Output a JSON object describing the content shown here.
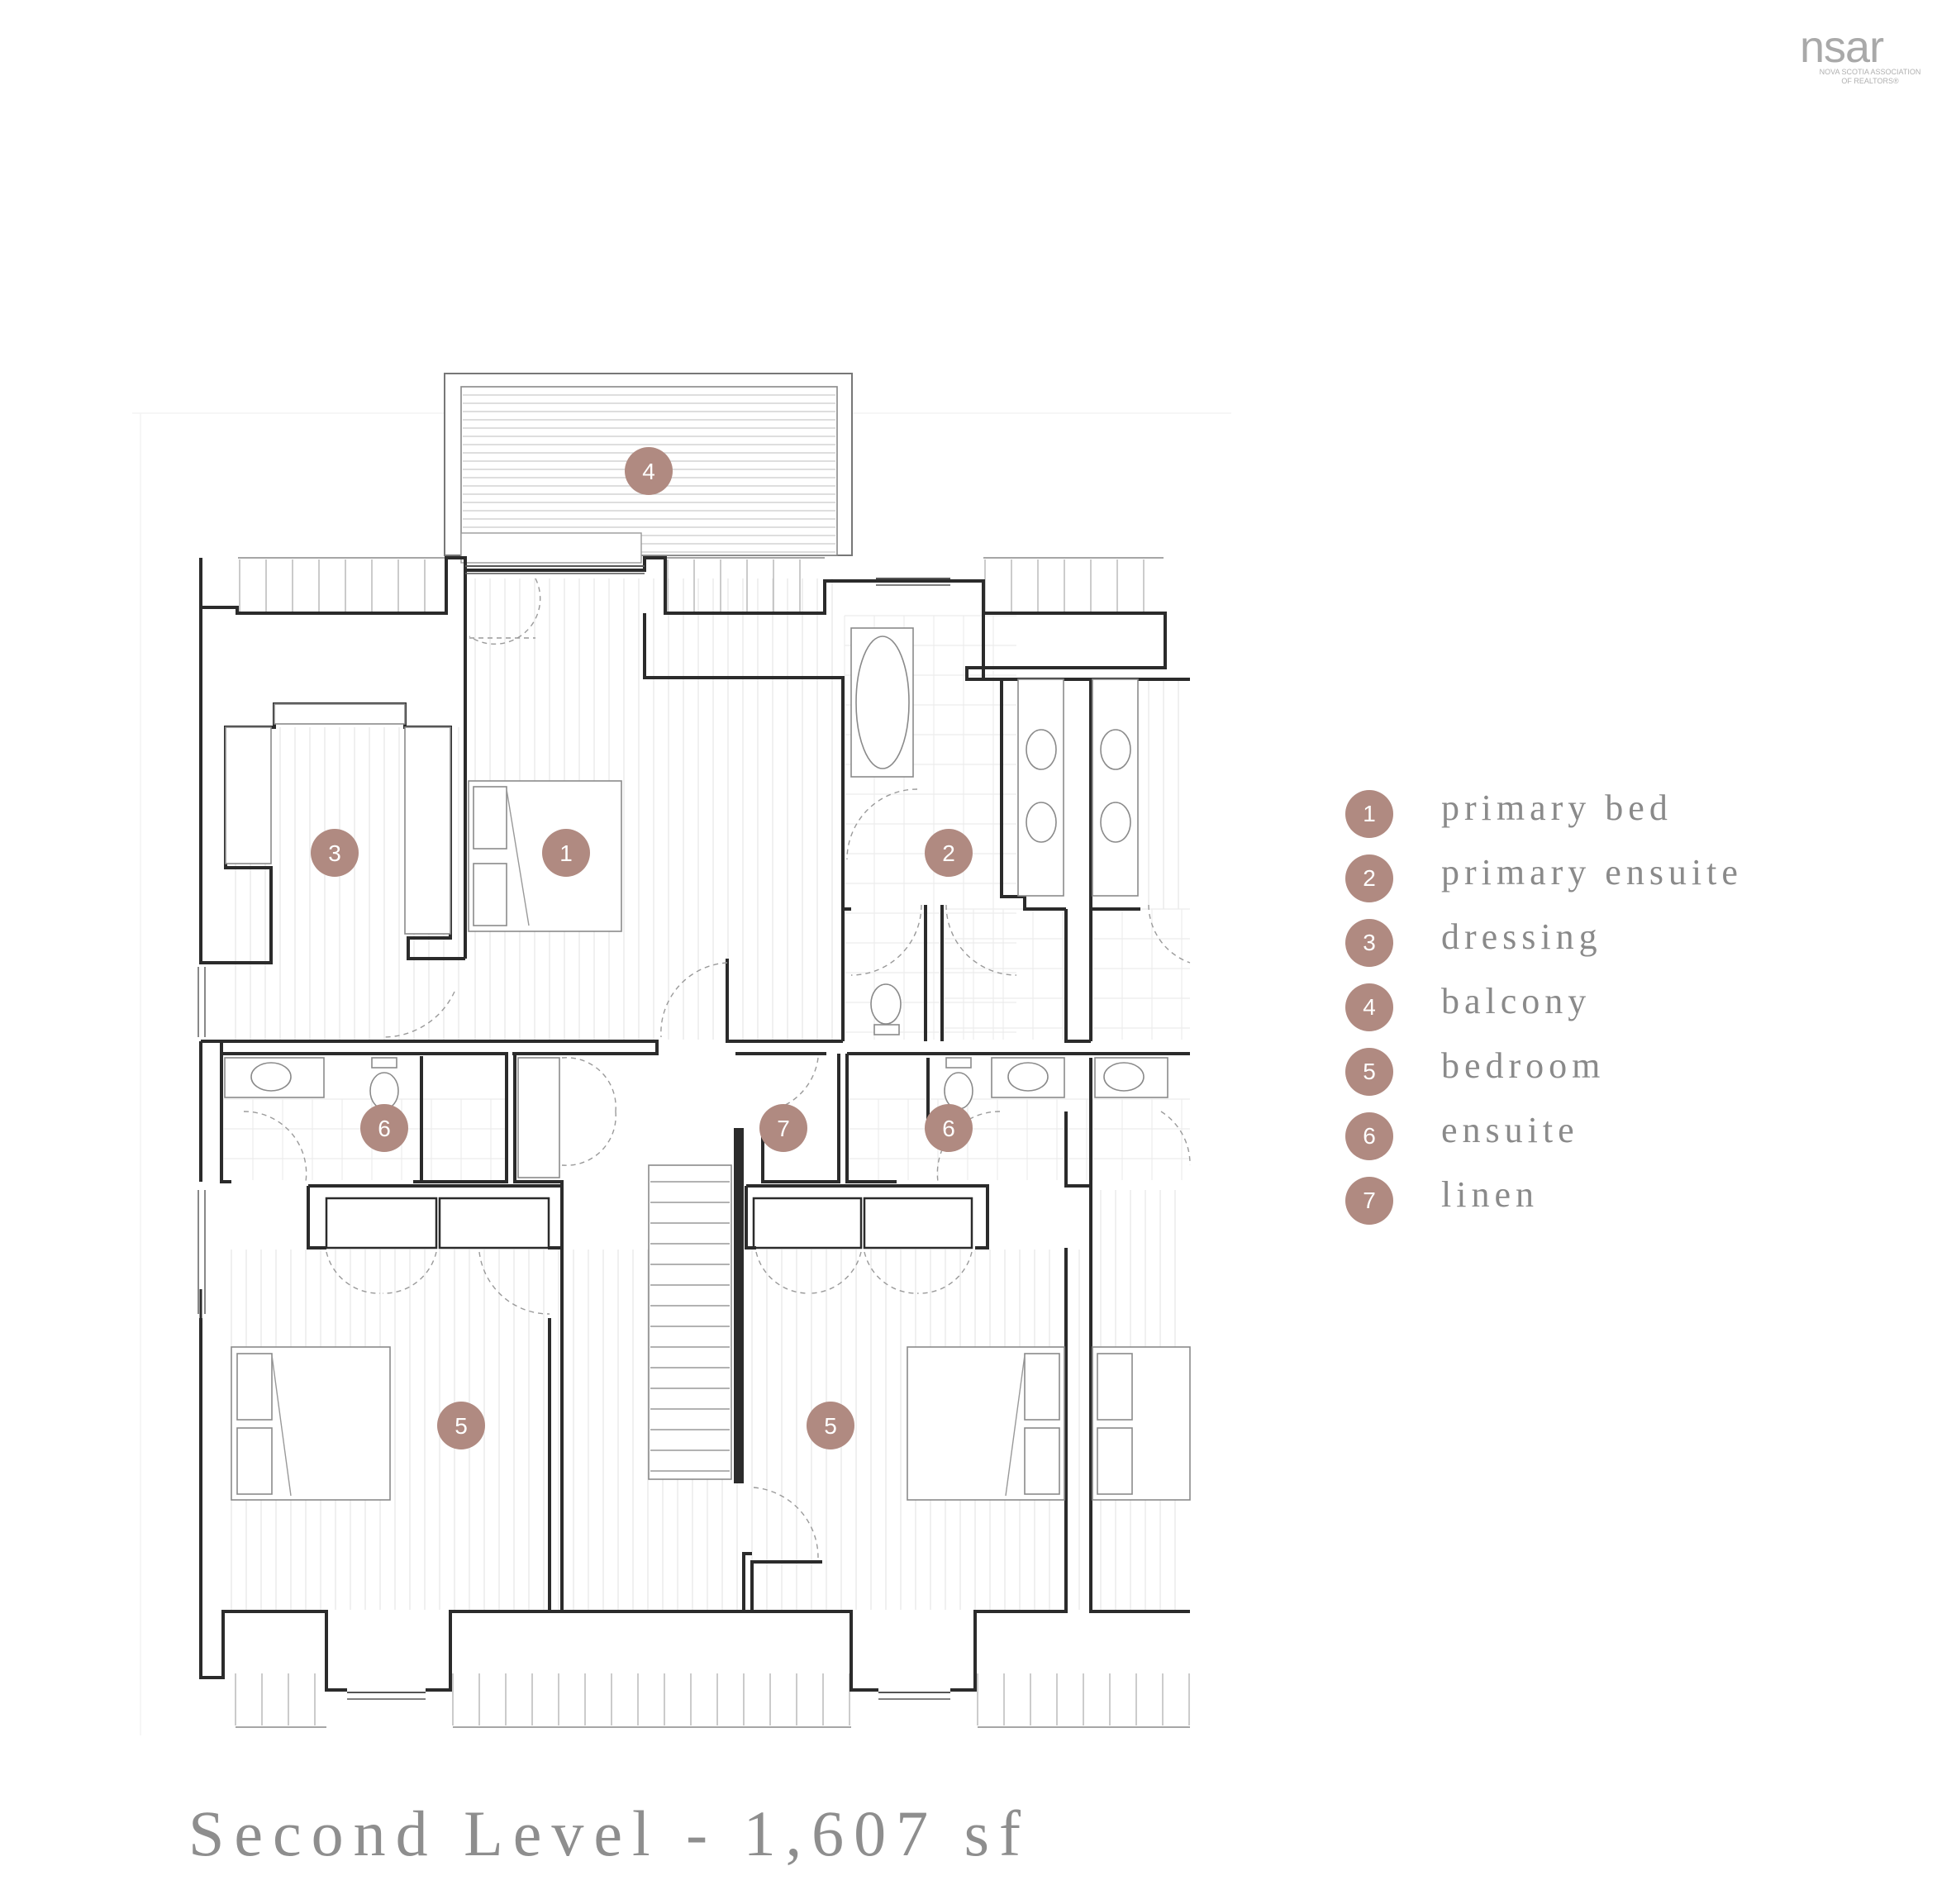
{
  "logo": {
    "brand": "nsar",
    "line1": "NOVA SCOTIA ASSOCIATION",
    "line2": "OF REALTORS®"
  },
  "title": "Second Level - 1,607 sf",
  "legend": [
    {
      "num": "1",
      "label": "primary bed"
    },
    {
      "num": "2",
      "label": "primary ensuite"
    },
    {
      "num": "3",
      "label": "dressing"
    },
    {
      "num": "4",
      "label": "balcony"
    },
    {
      "num": "5",
      "label": "bedroom"
    },
    {
      "num": "6",
      "label": "ensuite"
    },
    {
      "num": "7",
      "label": "linen"
    }
  ],
  "markers": [
    "4",
    "3",
    "1",
    "2",
    "6",
    "7",
    "6",
    "5",
    "5"
  ],
  "colors": {
    "marker": "#b08a81",
    "wall": "#2b2b2b",
    "text": "#8a8a8a"
  }
}
